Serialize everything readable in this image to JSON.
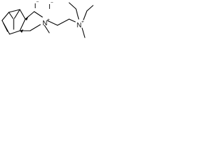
{
  "structure": {
    "labels": {
      "iodide_1": "I",
      "iodide_1_charge": "−",
      "iodide_2": "I",
      "iodide_2_charge": "−",
      "ring_nitrogen": "N",
      "ring_nitrogen_charge": "+",
      "chain_nitrogen": "N",
      "chain_nitrogen_charge": "+"
    }
  }
}
